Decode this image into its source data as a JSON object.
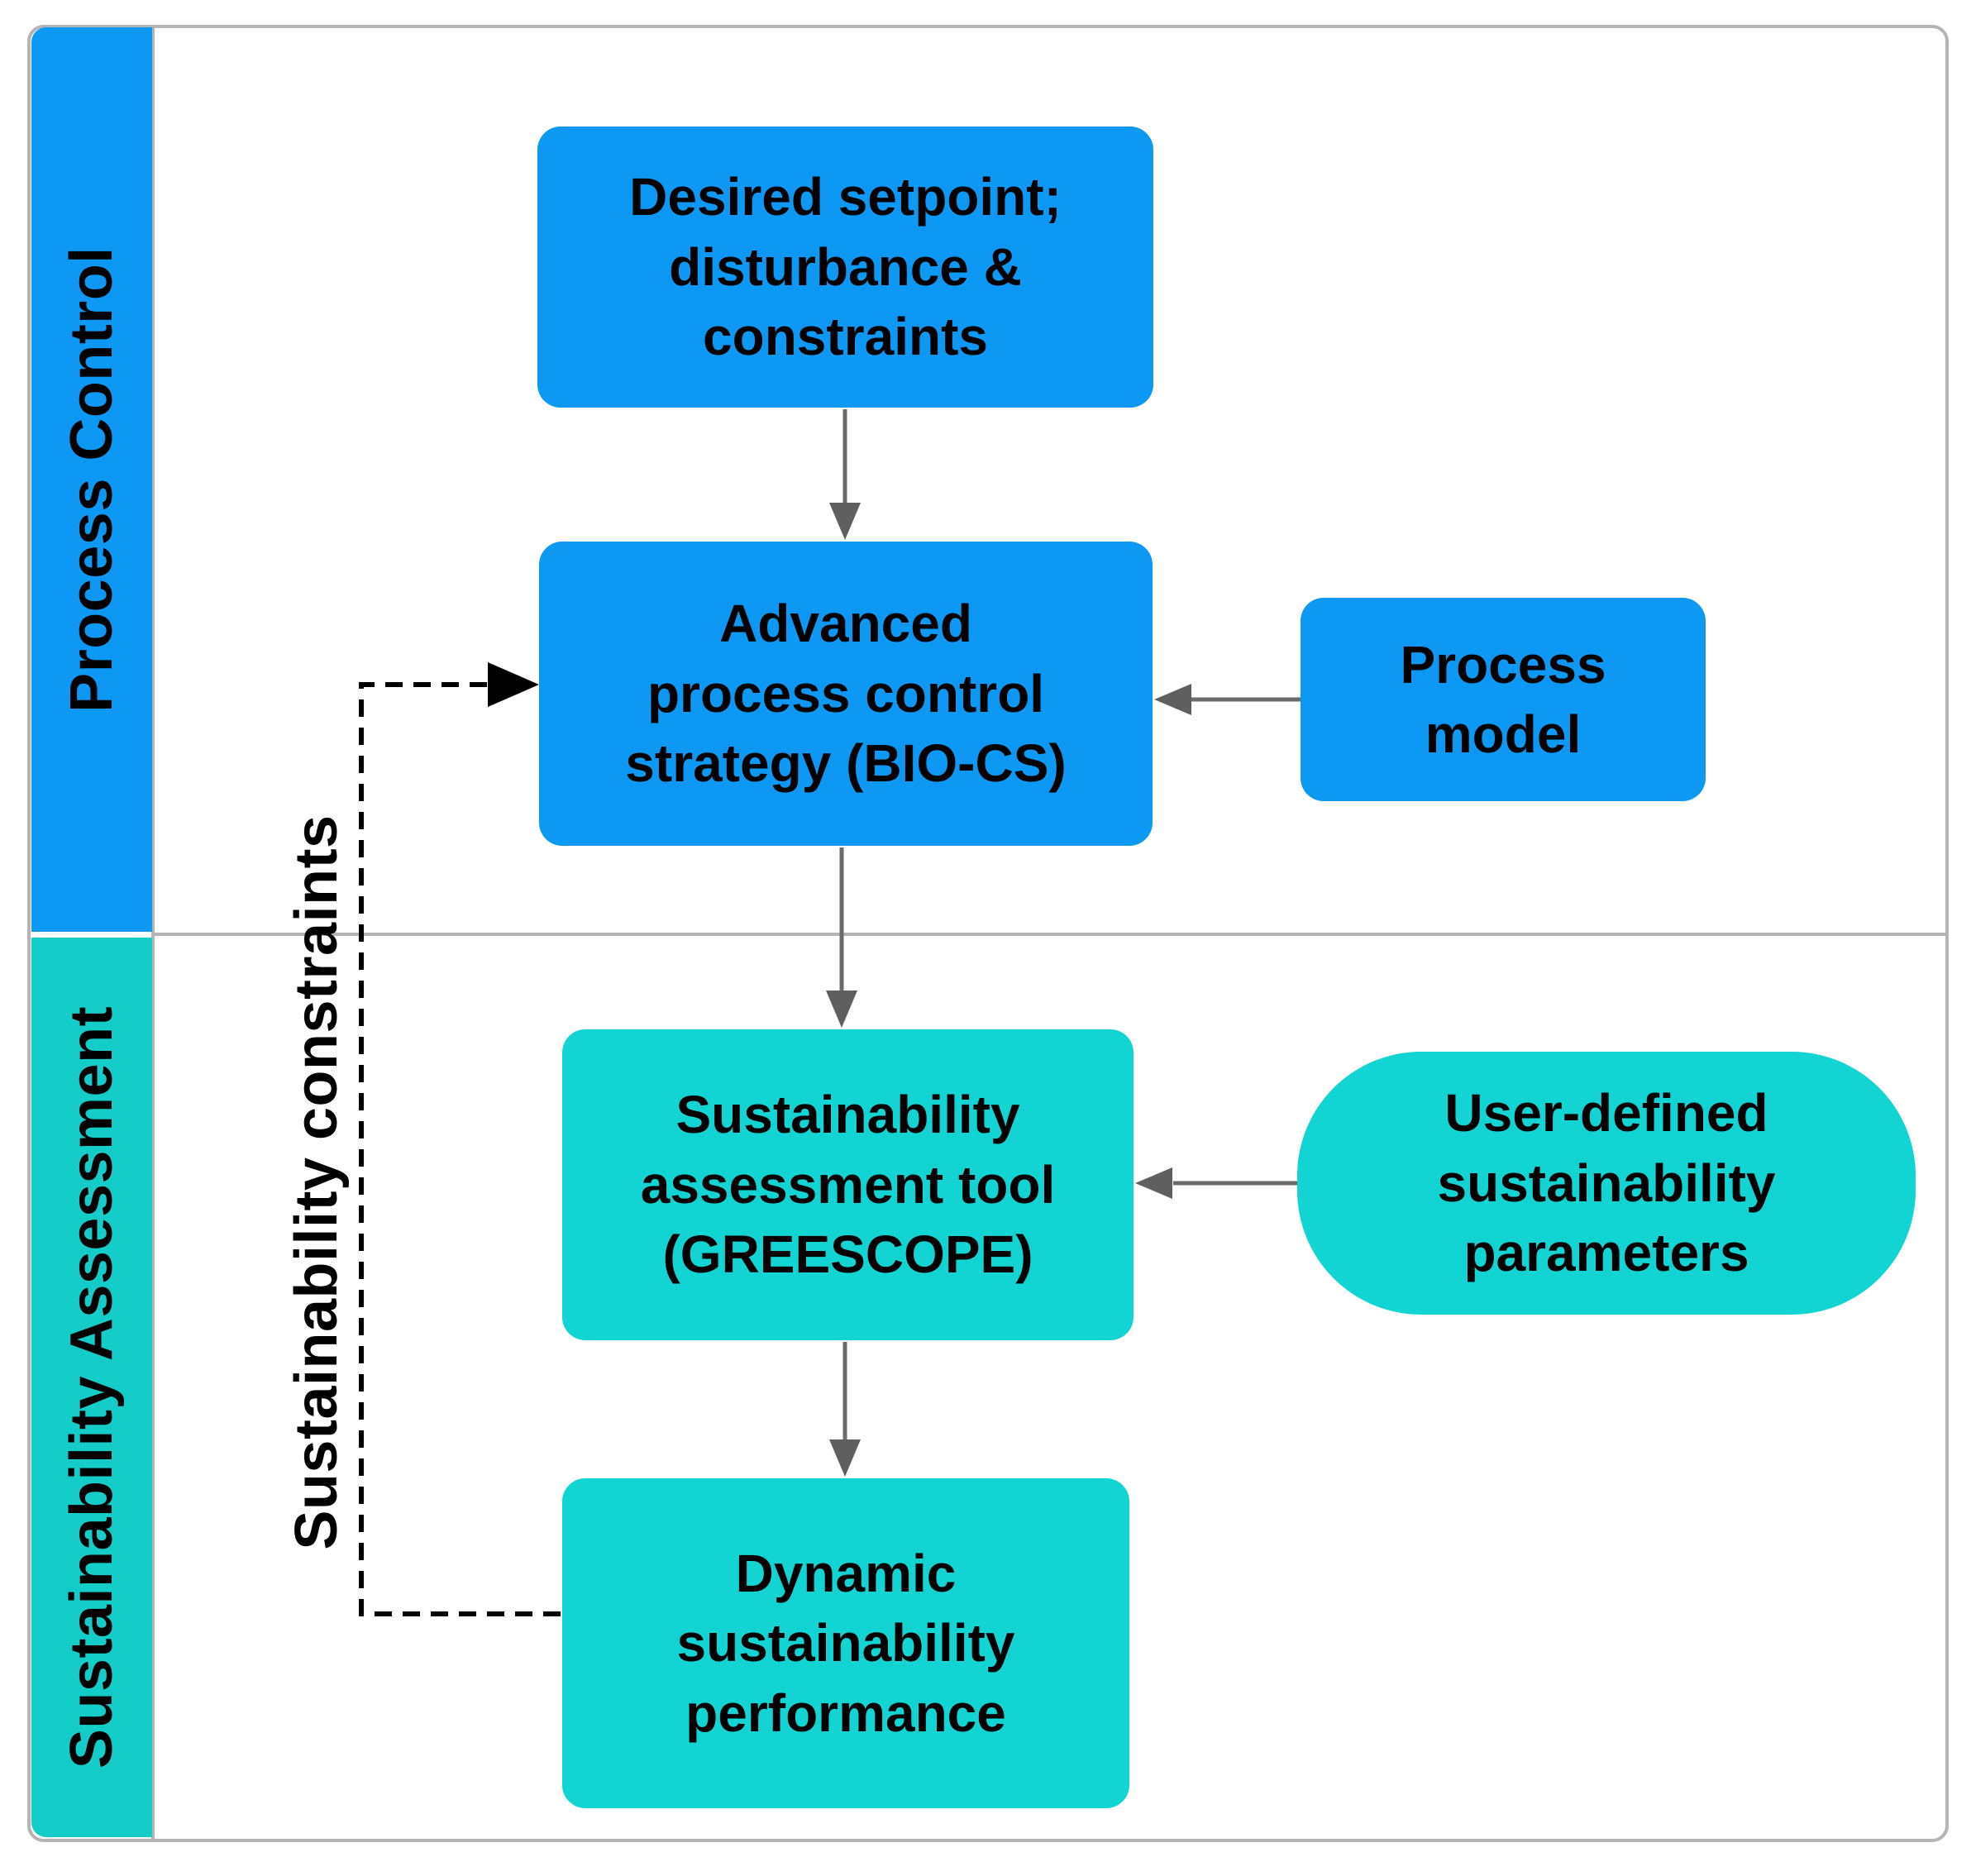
{
  "figure": {
    "type": "flowchart",
    "background": "#ffffff",
    "frame_border_color": "#b4b4b4"
  },
  "sections": [
    {
      "label": "Process Control",
      "color": "#0d98f4"
    },
    {
      "label": "Sustainability Assessment",
      "color": "#14cdc9"
    }
  ],
  "nodes": [
    {
      "id": "desired-setpoint",
      "label": "Desired setpoint;\ndisturbance &\nconstraints",
      "shape": "rounded-rectangle",
      "fill": "#0d98f4",
      "section": "Process Control"
    },
    {
      "id": "bio-cs",
      "label": "Advanced\nprocess control\nstrategy (BIO-CS)",
      "shape": "rounded-rectangle",
      "fill": "#0d98f4",
      "section": "Process Control"
    },
    {
      "id": "process-model",
      "label": "Process\nmodel",
      "shape": "rounded-rectangle",
      "fill": "#0d98f4",
      "section": "Process Control"
    },
    {
      "id": "greescope",
      "label": "Sustainability\nassessment tool\n(GREESCOPE)",
      "shape": "rounded-rectangle",
      "fill": "#12d4d2",
      "section": "Sustainability Assessment"
    },
    {
      "id": "user-params",
      "label": "User-defined\nsustainability\nparameters",
      "shape": "stadium",
      "fill": "#12d4d2",
      "section": "Sustainability Assessment"
    },
    {
      "id": "dynamic-performance",
      "label": "Dynamic\nsustainability\nperformance",
      "shape": "rounded-rectangle",
      "fill": "#12d4d2",
      "section": "Sustainability Assessment"
    }
  ],
  "connections": [
    {
      "from": "desired-setpoint",
      "to": "bio-cs",
      "style": "solid",
      "color": "#6b6b6b"
    },
    {
      "from": "process-model",
      "to": "bio-cs",
      "style": "solid",
      "color": "#6b6b6b"
    },
    {
      "from": "bio-cs",
      "to": "greescope",
      "style": "solid",
      "color": "#6b6b6b"
    },
    {
      "from": "user-params",
      "to": "greescope",
      "style": "solid",
      "color": "#6b6b6b"
    },
    {
      "from": "greescope",
      "to": "dynamic-performance",
      "style": "solid",
      "color": "#6b6b6b"
    },
    {
      "from": "dynamic-performance",
      "to": "bio-cs",
      "style": "dashed",
      "color": "#000000",
      "label": "Sustainability constraints"
    }
  ],
  "feedback": {
    "label": "Sustainability constraints"
  }
}
